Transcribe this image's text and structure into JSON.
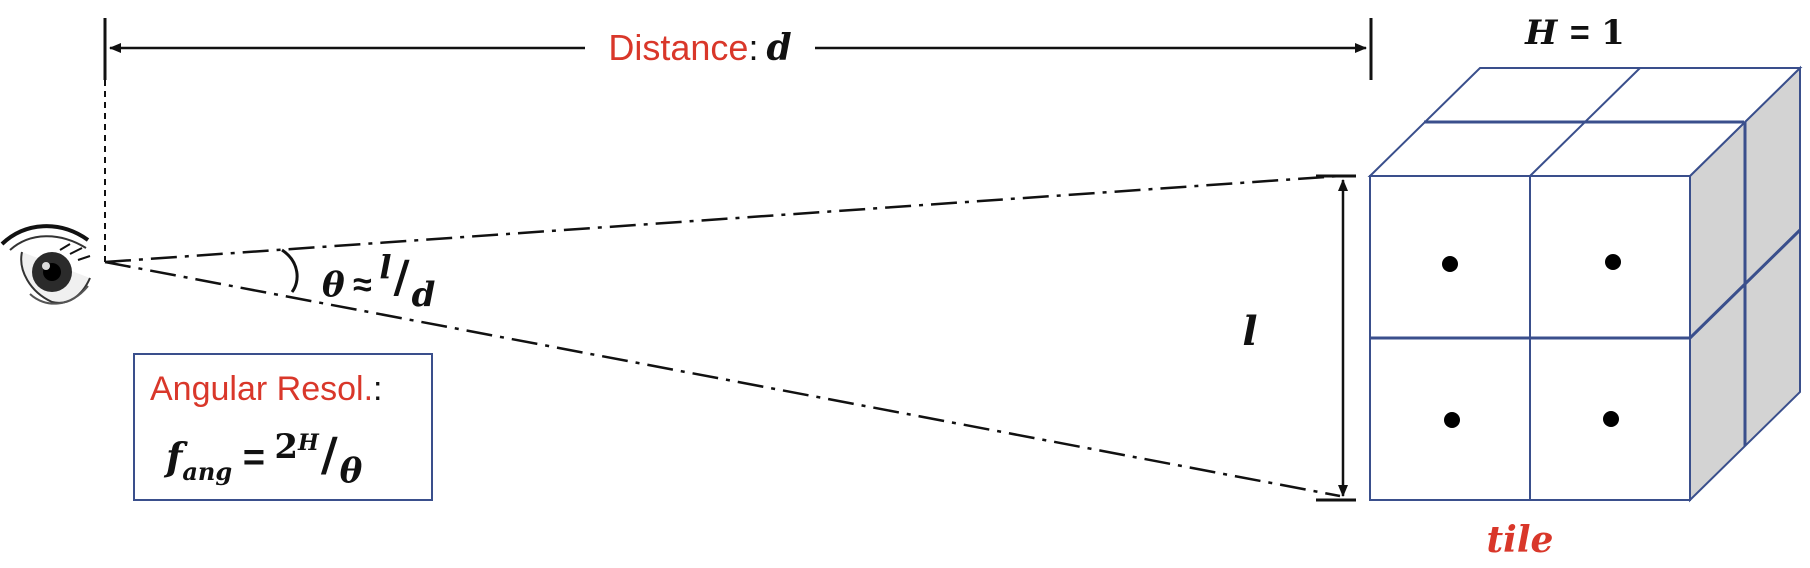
{
  "distance": {
    "label": "Distance",
    "colon": ":",
    "symbol": "d"
  },
  "angle": {
    "theta": "θ",
    "approx": "≈",
    "numerator": "l",
    "slash": "/",
    "denominator": "d"
  },
  "length_label": "l",
  "height_label": {
    "var": "H",
    "eq": "=",
    "value": "1"
  },
  "angular_resolution": {
    "title": "Angular Resol.",
    "colon": ":",
    "f": "f",
    "subscript": "ang",
    "eq": "=",
    "base": "2",
    "exponent": "H",
    "slash": "/",
    "denominator": "θ"
  },
  "tile_label": "tile",
  "colors": {
    "accent_red": "#d9372a",
    "cube_edge": "#3a4f8c",
    "cube_side": "#d3d3d3",
    "line": "#111111"
  },
  "icons": [
    "eye-icon"
  ]
}
